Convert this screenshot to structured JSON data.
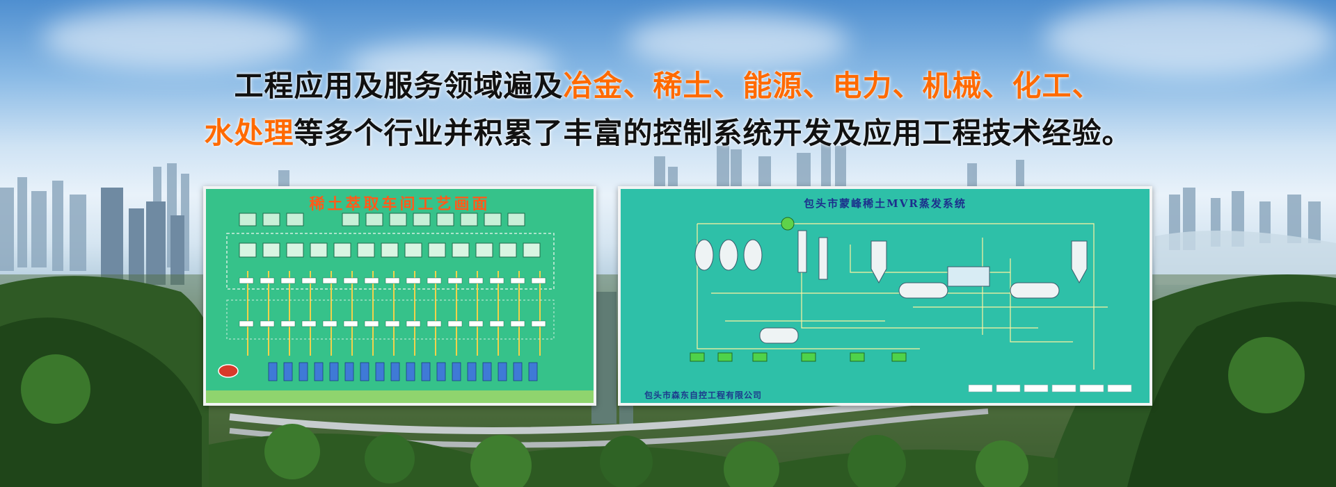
{
  "headline": {
    "line1_prefix": "工程应用及服务领域遍及",
    "industries_line1": "冶金、稀土、能源、电力、机械、化工、",
    "industries_line2": "水处理",
    "line2_suffix": "等多个行业并积累了丰富的控制系统开发及应用工程技术经验。",
    "highlight_color": "#ff6a00"
  },
  "screens": {
    "left": {
      "title": "稀土萃取车间工艺画面"
    },
    "right": {
      "title": "包头市蒙峰稀土MVR蒸发系统",
      "company": "包头市森东自控工程有限公司"
    }
  }
}
